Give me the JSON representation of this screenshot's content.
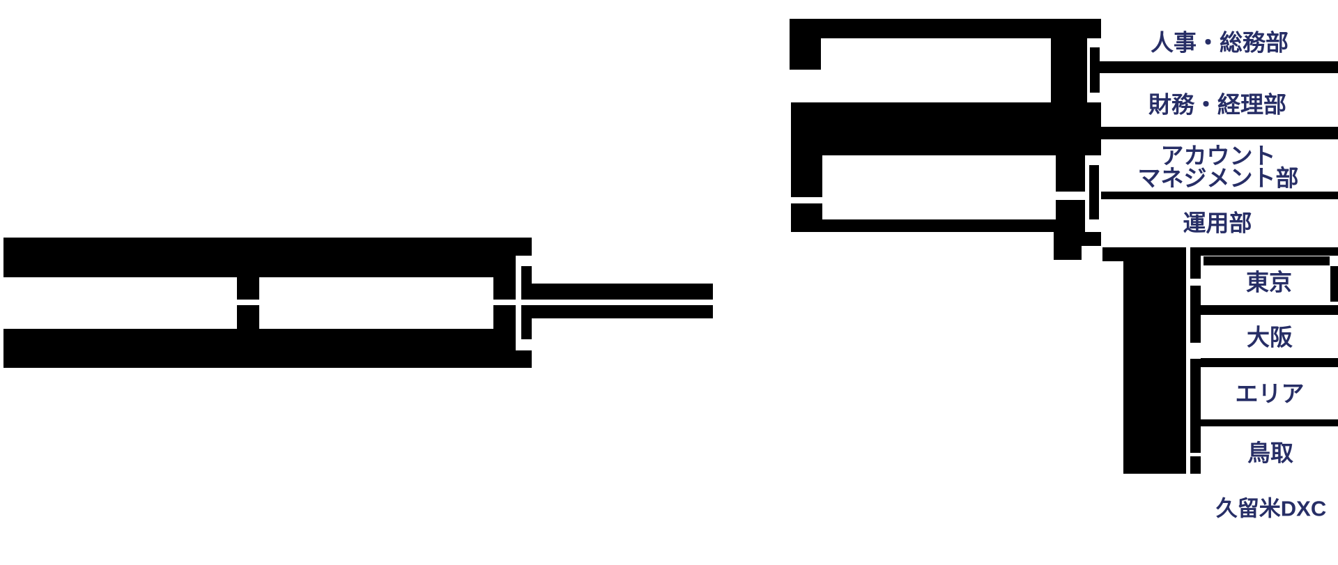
{
  "colors": {
    "label": "#272e66",
    "redaction": "#000000",
    "background": "#ffffff"
  },
  "org_chart": {
    "type": "organization-chart",
    "departments": [
      {
        "name": "人事・総務部"
      },
      {
        "name": "財務・経理部"
      },
      {
        "name": "アカウントマネジメント部",
        "line1": "アカウント",
        "line2": "マネジメント部"
      },
      {
        "name": "運用部"
      }
    ],
    "operations_branches": [
      {
        "name": "東京"
      },
      {
        "name": "大阪"
      },
      {
        "name": "エリア"
      },
      {
        "name": "鳥取"
      }
    ],
    "site_label": "久留米DXC"
  }
}
